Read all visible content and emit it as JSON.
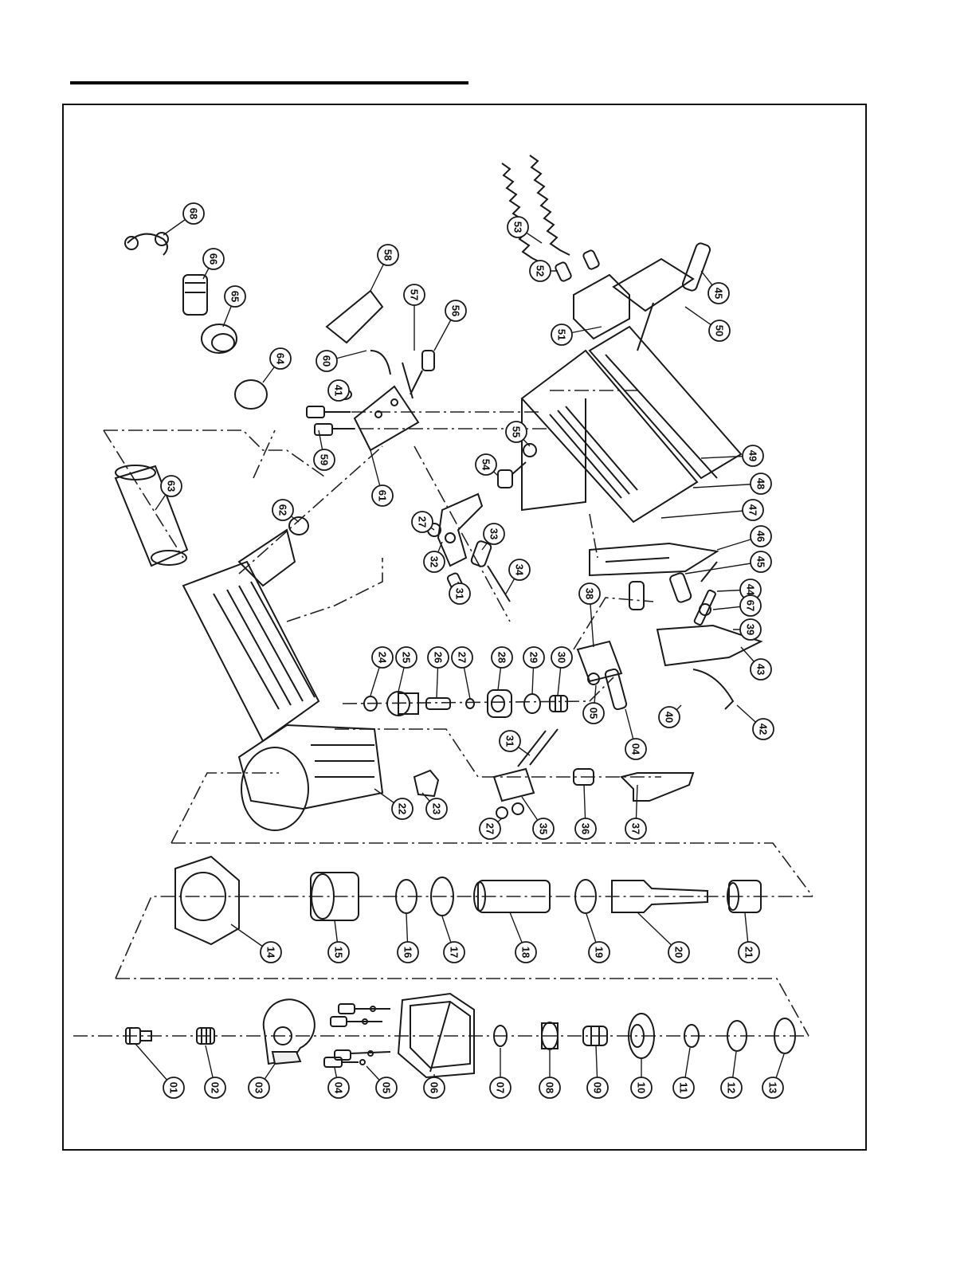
{
  "diagram": {
    "part_numbers": [
      "01",
      "02",
      "03",
      "04",
      "05",
      "06",
      "07",
      "08",
      "09",
      "10",
      "11",
      "12",
      "13",
      "14",
      "15",
      "16",
      "17",
      "18",
      "19",
      "20",
      "21",
      "22",
      "23",
      "24",
      "25",
      "26",
      "27",
      "28",
      "29",
      "30",
      "31",
      "32",
      "33",
      "34",
      "35",
      "36",
      "37",
      "38",
      "39",
      "40",
      "41",
      "42",
      "43",
      "44",
      "45",
      "46",
      "47",
      "48",
      "49",
      "50",
      "51",
      "52",
      "53",
      "54",
      "55",
      "56",
      "57",
      "58",
      "59",
      "60",
      "61",
      "62",
      "63",
      "64",
      "65",
      "66",
      "67",
      "68"
    ],
    "callout_rotation_degrees": 90
  }
}
